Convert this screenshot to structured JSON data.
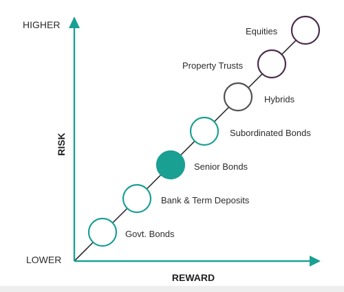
{
  "axes": {
    "y_top_label": "HIGHER",
    "y_bottom_label": "LOWER",
    "y_title": "RISK",
    "x_title": "REWARD"
  },
  "colors": {
    "axis": "#1a9f93",
    "diagonal": "#2b2b2b",
    "teal": "#1a9f93",
    "gray": "#505050",
    "purple": "#4a2a4a"
  },
  "nodes": [
    {
      "label": "Govt. Bonds",
      "style": "outline",
      "color": "teal"
    },
    {
      "label": "Bank & Term Deposits",
      "style": "outline",
      "color": "teal"
    },
    {
      "label": "Senior Bonds",
      "style": "filled",
      "color": "teal"
    },
    {
      "label": "Subordinated Bonds",
      "style": "outline",
      "color": "teal"
    },
    {
      "label": "Hybrids",
      "style": "outline",
      "color": "gray"
    },
    {
      "label": "Property Trusts",
      "style": "outline",
      "color": "purple"
    },
    {
      "label": "Equities",
      "style": "outline",
      "color": "purple"
    }
  ]
}
